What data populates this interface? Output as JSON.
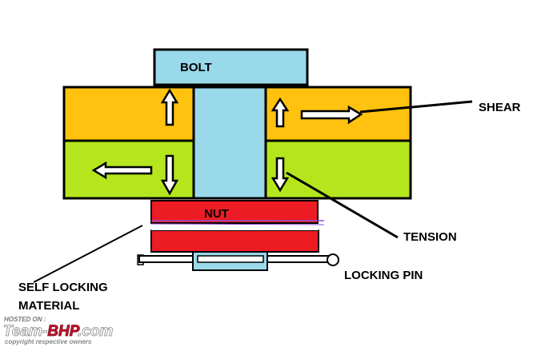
{
  "labels": {
    "bolt": "BOLT",
    "nut": "NUT",
    "shear": "SHEAR",
    "tension": "TENSION",
    "locking_pin": "LOCKING PIN",
    "self_locking_line1": "SELF LOCKING",
    "self_locking_line2": "MATERIAL"
  },
  "watermark": {
    "hosted_on": "HOSTED ON :",
    "brand_prefix": "Team-",
    "brand_highlight": "BHP",
    "brand_suffix": ".com",
    "copyright": "copyright respective owners"
  },
  "colors": {
    "upper_plate": "#ffc20e",
    "lower_plate": "#b5e61d",
    "bolt": "#99d9ea",
    "nut": "#ed1c24",
    "outline": "#000000",
    "pin": "#ffffff",
    "watermark_red": "#c8102e"
  },
  "icons": [
    "arrow-up-icon",
    "arrow-down-icon",
    "arrow-left-icon",
    "arrow-right-icon"
  ]
}
